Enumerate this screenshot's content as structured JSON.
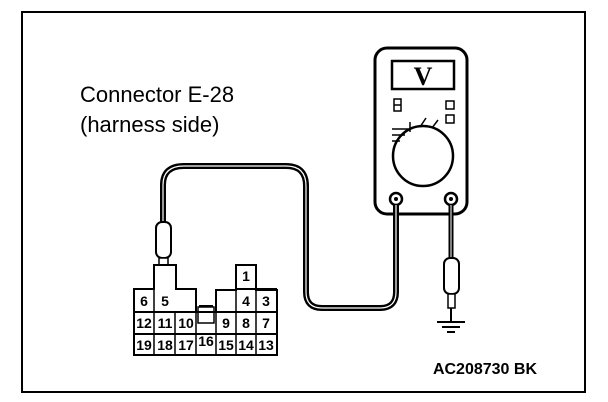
{
  "connector": {
    "title": "Connector E-28",
    "subtitle": "(harness side)"
  },
  "meter": {
    "display_symbol": "V"
  },
  "pins": {
    "p1": "1",
    "p3": "3",
    "p4": "4",
    "p5": "5",
    "p6": "6",
    "p7": "7",
    "p8": "8",
    "p9": "9",
    "p10": "10",
    "p11": "11",
    "p12": "12",
    "p13": "13",
    "p14": "14",
    "p15": "15",
    "p16": "16",
    "p17": "17",
    "p18": "18",
    "p19": "19"
  },
  "figure_code": "AC208730 BK"
}
